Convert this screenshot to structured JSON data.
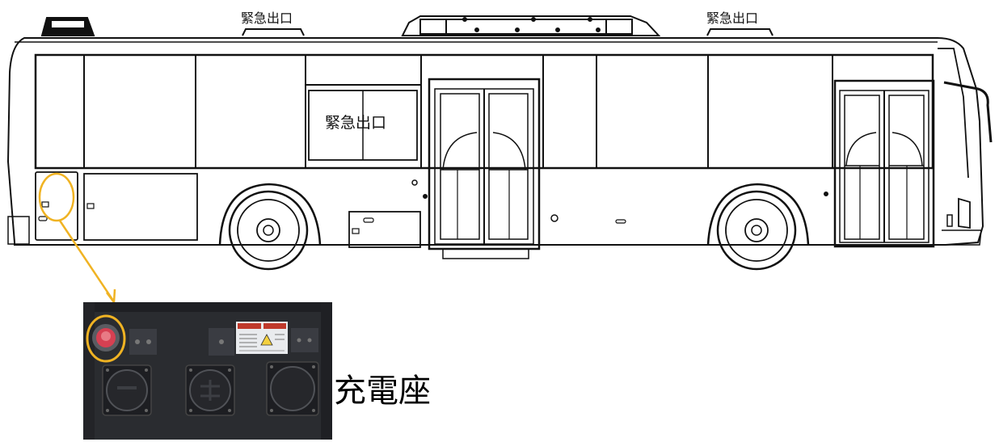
{
  "labels": {
    "emergency_exit_roof_left": "緊急出口",
    "emergency_exit_roof_right": "緊急出口",
    "emergency_exit_window": "緊急出口",
    "charging_port": "充電座"
  },
  "colors": {
    "line": "#111111",
    "callout": "#f0b323",
    "panel": "#2a2c30",
    "emergency_button": "#d64052",
    "warning_red": "#c0392b",
    "warning_yellow": "#f4d03f"
  },
  "icons": {
    "warning_triangle": "warning-triangle-icon",
    "wheel_hub": "wheel-hub-icon"
  }
}
